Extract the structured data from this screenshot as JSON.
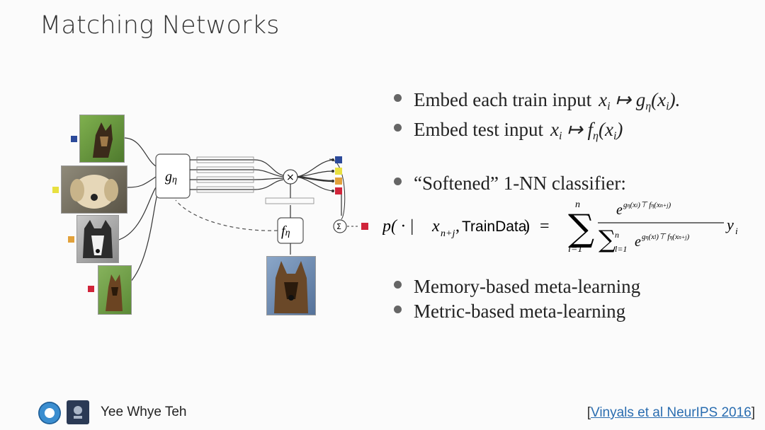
{
  "slide": {
    "title": "Matching Networks",
    "bullets": {
      "b1_text": "Embed each train input",
      "b2_text": "Embed test input",
      "b3_text": "“Softened” 1-NN classifier:",
      "b4_text": "Memory-based meta-learning",
      "b5_text": "Metric-based meta-learning"
    },
    "formula": {
      "lhs_prefix": "p( · |",
      "train_data": "TrainData",
      "equals": "=",
      "sum_upper": "n",
      "sum_lower": "i=1",
      "denom_upper": "n",
      "denom_lower": "l=1",
      "y_term": "y"
    },
    "diagram": {
      "g_label": "g",
      "f_label": "f",
      "eta": "η",
      "times": "×",
      "sigma": "Σ",
      "colors": {
        "blue": "#2c4a9a",
        "yellow": "#e8e040",
        "orange": "#e2a13a",
        "red": "#d0243a"
      }
    },
    "footer": {
      "presenter": "Yee Whye Teh",
      "cite_open": "[",
      "cite_link": "Vinyals et al NeurIPS 2016",
      "cite_close": "]"
    }
  }
}
